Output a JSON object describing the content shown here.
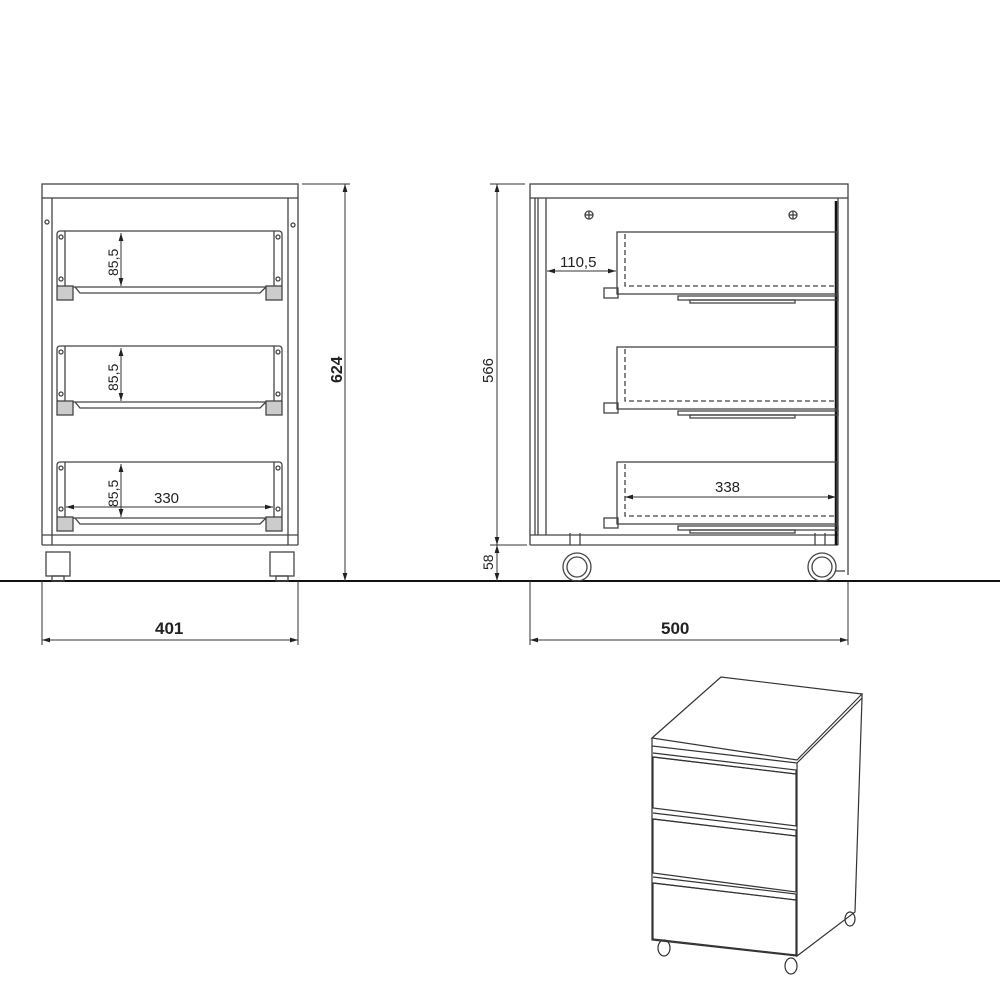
{
  "diagram": {
    "subject": "Mobile drawer pedestal with 3 drawers",
    "colors": {
      "line": "#333333",
      "thin": "#555555",
      "floor": "#111111",
      "background": "#ffffff"
    },
    "front_view": {
      "width_label": "401",
      "height_label": "624",
      "drawer_height_labels": [
        "85,5",
        "85,5",
        "85,5"
      ],
      "inner_width_label": "330"
    },
    "side_view": {
      "depth_label": "500",
      "body_height_label": "566",
      "caster_height_label": "58",
      "drawer_offset_label": "110,5",
      "drawer_depth_label": "338"
    },
    "iso_view": {
      "drawer_count": 3
    }
  }
}
